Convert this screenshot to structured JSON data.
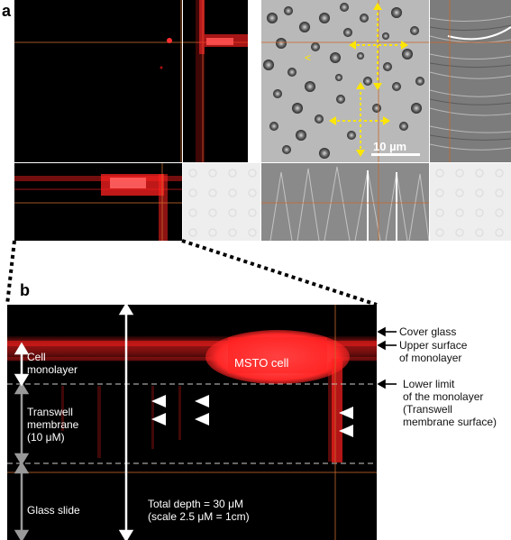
{
  "panel_a": {
    "label": "a",
    "scalebar_label": "10 µm"
  },
  "panel_b": {
    "label": "b",
    "left_labels": {
      "cell_monolayer": [
        "Cell",
        "monolayer"
      ],
      "transwell": [
        "Transwell",
        "membrane",
        "(10 μM)"
      ],
      "glass_slide": "Glass slide"
    },
    "msto_label": "MSTO cell",
    "depth_text": [
      "Total  depth = 30 μM",
      "(scale 2.5 μM = 1cm)"
    ],
    "right_labels": {
      "cover_glass": "Cover glass",
      "upper_surface": [
        "Upper surface",
        "of monolayer"
      ],
      "lower_limit": [
        "Lower limit",
        "of the monolayer",
        "(Transwell",
        "membrane surface)"
      ]
    }
  },
  "colors": {
    "red_signal": "#ff2020",
    "guide_line": "#c86a2c",
    "arrow_yellow": "#ffe600"
  }
}
